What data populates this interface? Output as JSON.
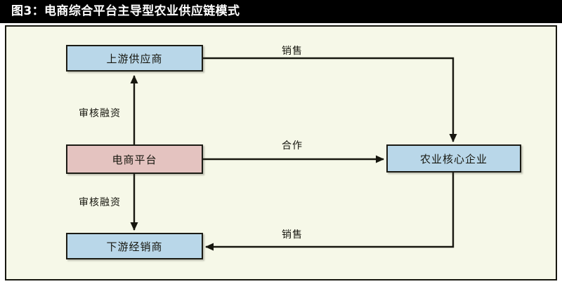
{
  "title": {
    "text": "图3：电商综合平台主导型农业供应链模式"
  },
  "diagram": {
    "type": "flowchart",
    "background_color": "#f6f8e8",
    "border_color": "#17170f",
    "nodes": [
      {
        "id": "upstream",
        "label": "上游供应商",
        "fill": "#b9d7e9",
        "role": "upstream-supplier"
      },
      {
        "id": "platform",
        "label": "电商平台",
        "fill": "#e4c3c0",
        "role": "ecommerce-platform"
      },
      {
        "id": "downstream",
        "label": "下游经销商",
        "fill": "#b9d7e9",
        "role": "downstream-distributor"
      },
      {
        "id": "core",
        "label": "农业核心企业",
        "fill": "#b9d7e9",
        "role": "agricultural-core-enterprise"
      }
    ],
    "edges": [
      {
        "id": "platform-to-upstream",
        "label": "审核融资",
        "from": "platform",
        "to": "upstream",
        "direction": "up"
      },
      {
        "id": "platform-to-downstream",
        "label": "审核融资",
        "from": "platform",
        "to": "downstream",
        "direction": "down"
      },
      {
        "id": "upstream-to-core",
        "label": "销售",
        "from": "upstream",
        "to": "core",
        "direction": "right-down"
      },
      {
        "id": "platform-to-core",
        "label": "合作",
        "from": "platform",
        "to": "core",
        "direction": "right"
      },
      {
        "id": "core-to-downstream",
        "label": "销售",
        "from": "core",
        "to": "downstream",
        "direction": "down-left"
      }
    ]
  }
}
